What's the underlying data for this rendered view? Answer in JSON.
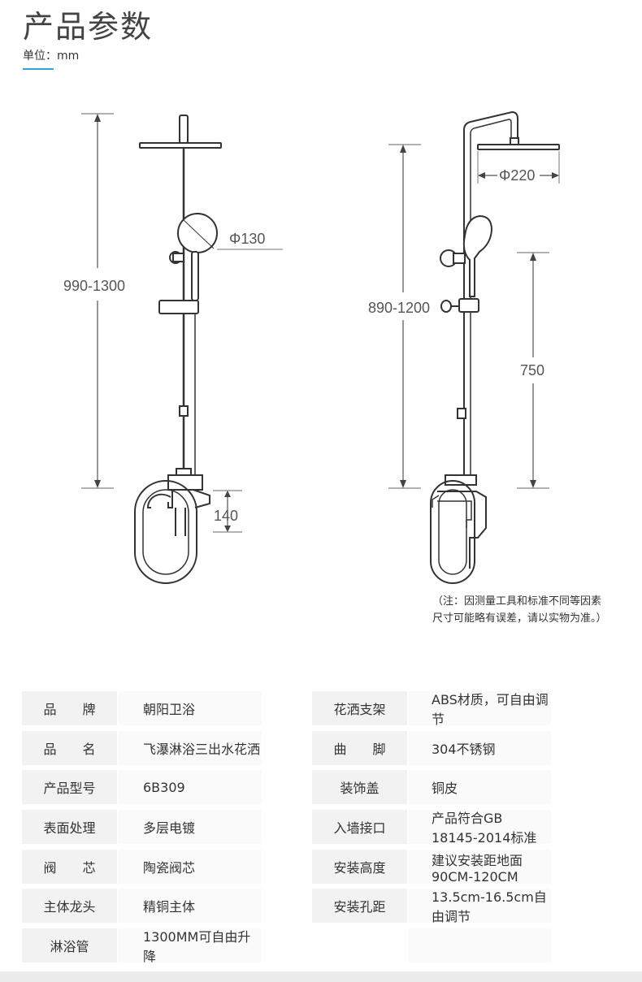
{
  "header": {
    "title": "产品参数",
    "unit": "单位：mm"
  },
  "dimensions": {
    "left_height": "990-1300",
    "hand_shower_dia": "Φ130",
    "faucet_height": "140",
    "right_height": "890-1200",
    "top_shower_dia": "Φ220",
    "slide_length": "750"
  },
  "note": {
    "line1": "（注：因测量工具和标准不同等因素",
    "line2": "尺寸可能略有误差，请以实物为准。）"
  },
  "specs_left": [
    {
      "label": "品　　牌",
      "value": "朝阳卫浴"
    },
    {
      "label": "品　　名",
      "value": "飞瀑淋浴三出水花洒"
    },
    {
      "label": "产品型号",
      "value": "6B309"
    },
    {
      "label": "表面处理",
      "value": "多层电镀"
    },
    {
      "label": "阀　　芯",
      "value": "陶瓷阀芯"
    },
    {
      "label": "主体龙头",
      "value": "精铜主体"
    },
    {
      "label": "淋浴管",
      "value": "1300MM可自由升降"
    }
  ],
  "specs_right": [
    {
      "label": "花洒支架",
      "value": "ABS材质，可自由调节"
    },
    {
      "label": "曲　　脚",
      "value": "304不锈钢"
    },
    {
      "label": "装饰盖",
      "value": "铜皮"
    },
    {
      "label": "入墙接口",
      "value": "产品符合GB 18145-2014标准"
    },
    {
      "label": "安装高度",
      "value": "建议安装距地面90CM-120CM"
    },
    {
      "label": "安装孔距",
      "value": "13.5cm-16.5cm自由调节"
    }
  ]
}
